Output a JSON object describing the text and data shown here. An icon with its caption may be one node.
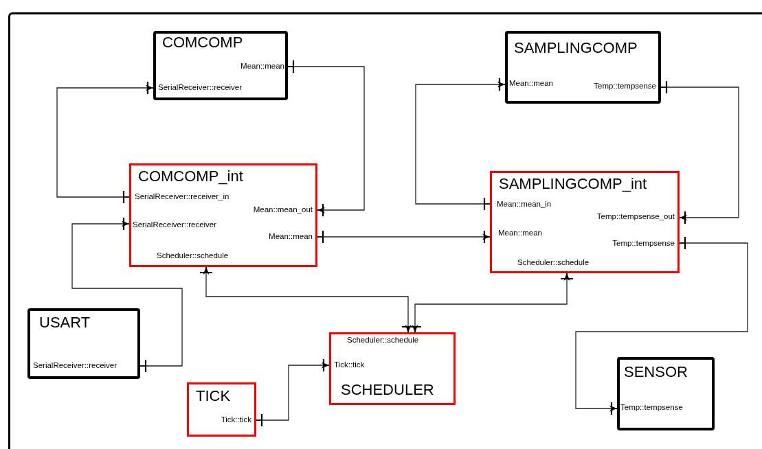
{
  "diagram": {
    "nodes": [
      {
        "text": [
          "COMCOMP",
          "Mean::mean",
          "SerialReceiver::receiver"
        ]
      },
      {
        "text": [
          "SAMPLINGCOMP",
          "Mean::mean",
          "Temp::tempsense"
        ]
      },
      {
        "text": [
          "COMCOMP_int",
          "SerialReceiver::receiver_in",
          "Mean::mean_out",
          "SerialReceiver::receiver",
          "Mean::mean",
          "Scheduler::schedule"
        ]
      },
      {
        "text": [
          "SAMPLINGCOMP_int",
          "Mean::mean_in",
          "Temp::tempsense_out",
          "Mean::mean",
          "Temp::tempsense",
          "Scheduler::schedule"
        ]
      },
      {
        "text": [
          "USART",
          "SerialReceiver::receiver"
        ]
      },
      {
        "text": [
          "Scheduler::schedule",
          "Tick::tick",
          "SCHEDULER"
        ]
      },
      {
        "text": [
          "TICK",
          "Tick::tick"
        ]
      },
      {
        "text": [
          "SENSOR",
          "Temp::tempsense"
        ]
      }
    ],
    "edges": [
      {
        "from": 2,
        "to": 0,
        "arrow": "to"
      },
      {
        "from": 0,
        "to": 2,
        "arrow": "to"
      },
      {
        "from": 4,
        "to": 2,
        "arrow": "to"
      },
      {
        "from": 2,
        "to": 3,
        "arrow": "to"
      },
      {
        "from": 3,
        "to": 1,
        "arrow": "to"
      },
      {
        "from": 1,
        "to": 3,
        "arrow": "to"
      },
      {
        "from": 3,
        "to": 7,
        "arrow": "to"
      },
      {
        "from": 2,
        "to": 5,
        "arrow": "both"
      },
      {
        "from": 3,
        "to": 5,
        "arrow": "both"
      },
      {
        "from": 6,
        "to": 5,
        "arrow": "to"
      }
    ]
  }
}
